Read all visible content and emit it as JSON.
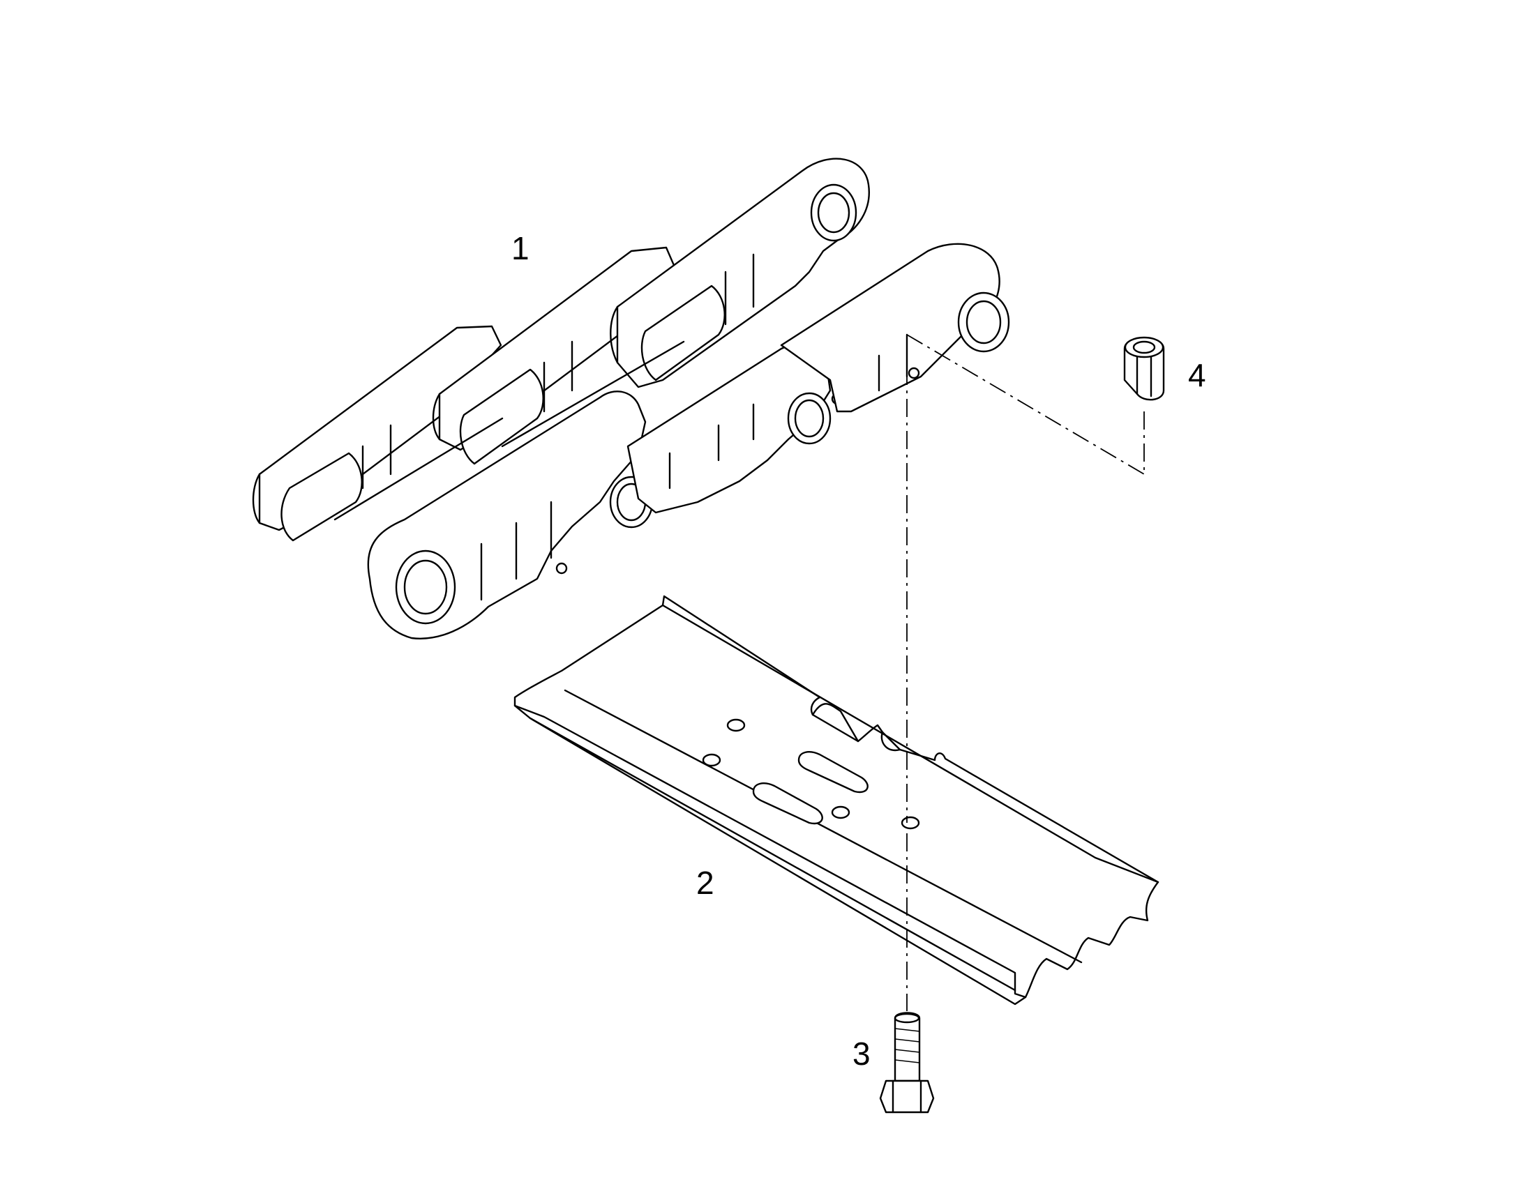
{
  "diagram": {
    "callouts": [
      {
        "id": "1",
        "label": "1",
        "part": "track-chain-link-assembly"
      },
      {
        "id": "2",
        "label": "2",
        "part": "track-shoe"
      },
      {
        "id": "3",
        "label": "3",
        "part": "shoe-bolt"
      },
      {
        "id": "4",
        "label": "4",
        "part": "shoe-nut"
      }
    ],
    "colors": {
      "line": "#000000",
      "background": "#ffffff"
    }
  }
}
